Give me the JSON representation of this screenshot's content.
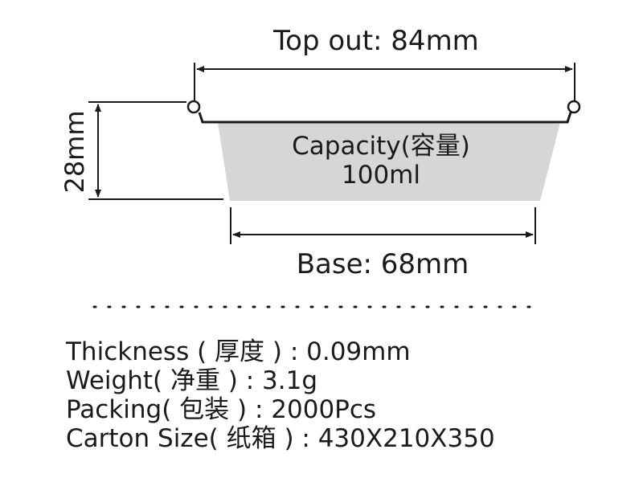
{
  "dimensions": {
    "top_out": "Top out: 84mm",
    "height": "28mm",
    "capacity_title": "Capacity(容量)",
    "capacity_value": "100ml",
    "base": "Base: 68mm"
  },
  "specs": [
    "Thickness ( 厚度 ) : 0.09mm",
    "Weight( 净重 ) : 3.1g",
    "Packing( 包装 ) : 2000Pcs",
    "Carton Size( 纸箱 ) : 430X210X350"
  ],
  "colors": {
    "line": "#1a1a1a",
    "fill": "#d6d6d6"
  }
}
